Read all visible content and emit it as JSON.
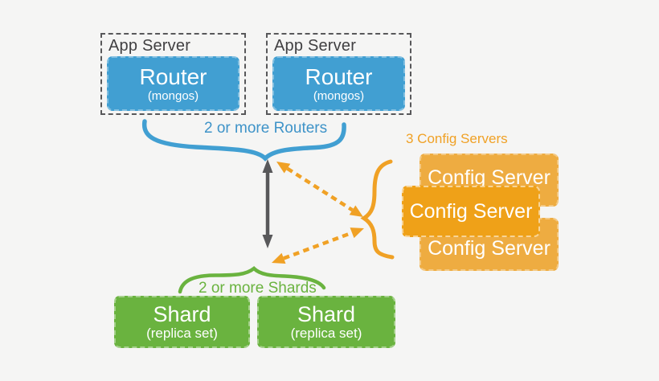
{
  "app_servers": [
    {
      "label": "App Server",
      "router": {
        "title": "Router",
        "subtitle": "(mongos)"
      }
    },
    {
      "label": "App Server",
      "router": {
        "title": "Router",
        "subtitle": "(mongos)"
      }
    }
  ],
  "routers_group_label": "2 or more Routers",
  "config_servers": {
    "group_label": "3 Config Servers",
    "items": [
      {
        "title": "Config Server"
      },
      {
        "title": "Config Server"
      },
      {
        "title": "Config Server"
      }
    ]
  },
  "shards_group_label": "2 or more Shards",
  "shards": [
    {
      "title": "Shard",
      "subtitle": "(replica set)"
    },
    {
      "title": "Shard",
      "subtitle": "(replica set)"
    }
  ],
  "colors": {
    "blue": "#419fd2",
    "green": "#6ab33f",
    "orange": "#f0a125",
    "orange_box_back": "#eeac41",
    "orange_box_front": "#efa118",
    "gray_arrow": "#58585a",
    "background": "#f5f5f4"
  }
}
